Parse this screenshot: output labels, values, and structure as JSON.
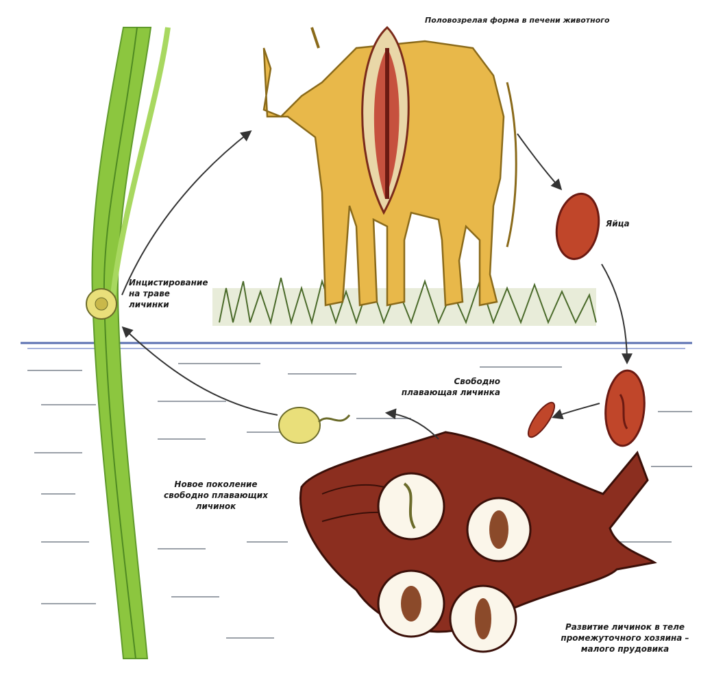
{
  "labels": {
    "adult_in_liver": "Половозрелая форма в печени животного",
    "eggs": "Яйца",
    "cysts_on_grass": "Инцистирование на траве личинки",
    "free_miracidium": "Свободно плавающая личинка",
    "cercaria": "Новое поколение свободно плавающих личинок",
    "snail_development": "Развитие личинок в теле промежуточного хозяина – малого прудовика"
  },
  "colors": {
    "grass_stem": "#8cc63f",
    "cow_body": "#e8b84a",
    "liver_tissue": "#c0392b",
    "egg": "#c0462a",
    "snail_shell": "#8b2e1f",
    "water_line": "#5a6fb0",
    "arrow": "#333333"
  }
}
